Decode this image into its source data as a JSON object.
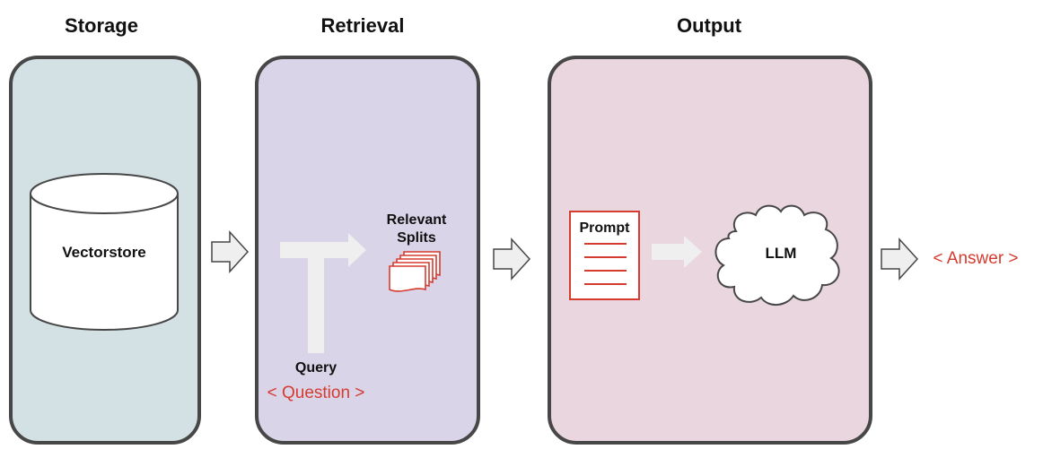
{
  "sections": {
    "storage": {
      "title": "Storage",
      "color": "#d3e1e4"
    },
    "retrieval": {
      "title": "Retrieval",
      "color": "#d9d4e8"
    },
    "output": {
      "title": "Output",
      "color": "#ead6de"
    }
  },
  "nodes": {
    "vectorstore": "Vectorstore",
    "relevant_splits": "Relevant\nSplits",
    "query": "Query",
    "question": "< Question >",
    "prompt": "Prompt",
    "llm": "LLM",
    "answer": "< Answer >"
  },
  "icons": [
    "database-cylinder-icon",
    "documents-stack-icon",
    "prompt-document-icon",
    "cloud-icon",
    "arrow-right-icon"
  ],
  "colors": {
    "accent_red": "#d63b2f",
    "border": "#474747",
    "arrow_fill": "#efefef"
  }
}
